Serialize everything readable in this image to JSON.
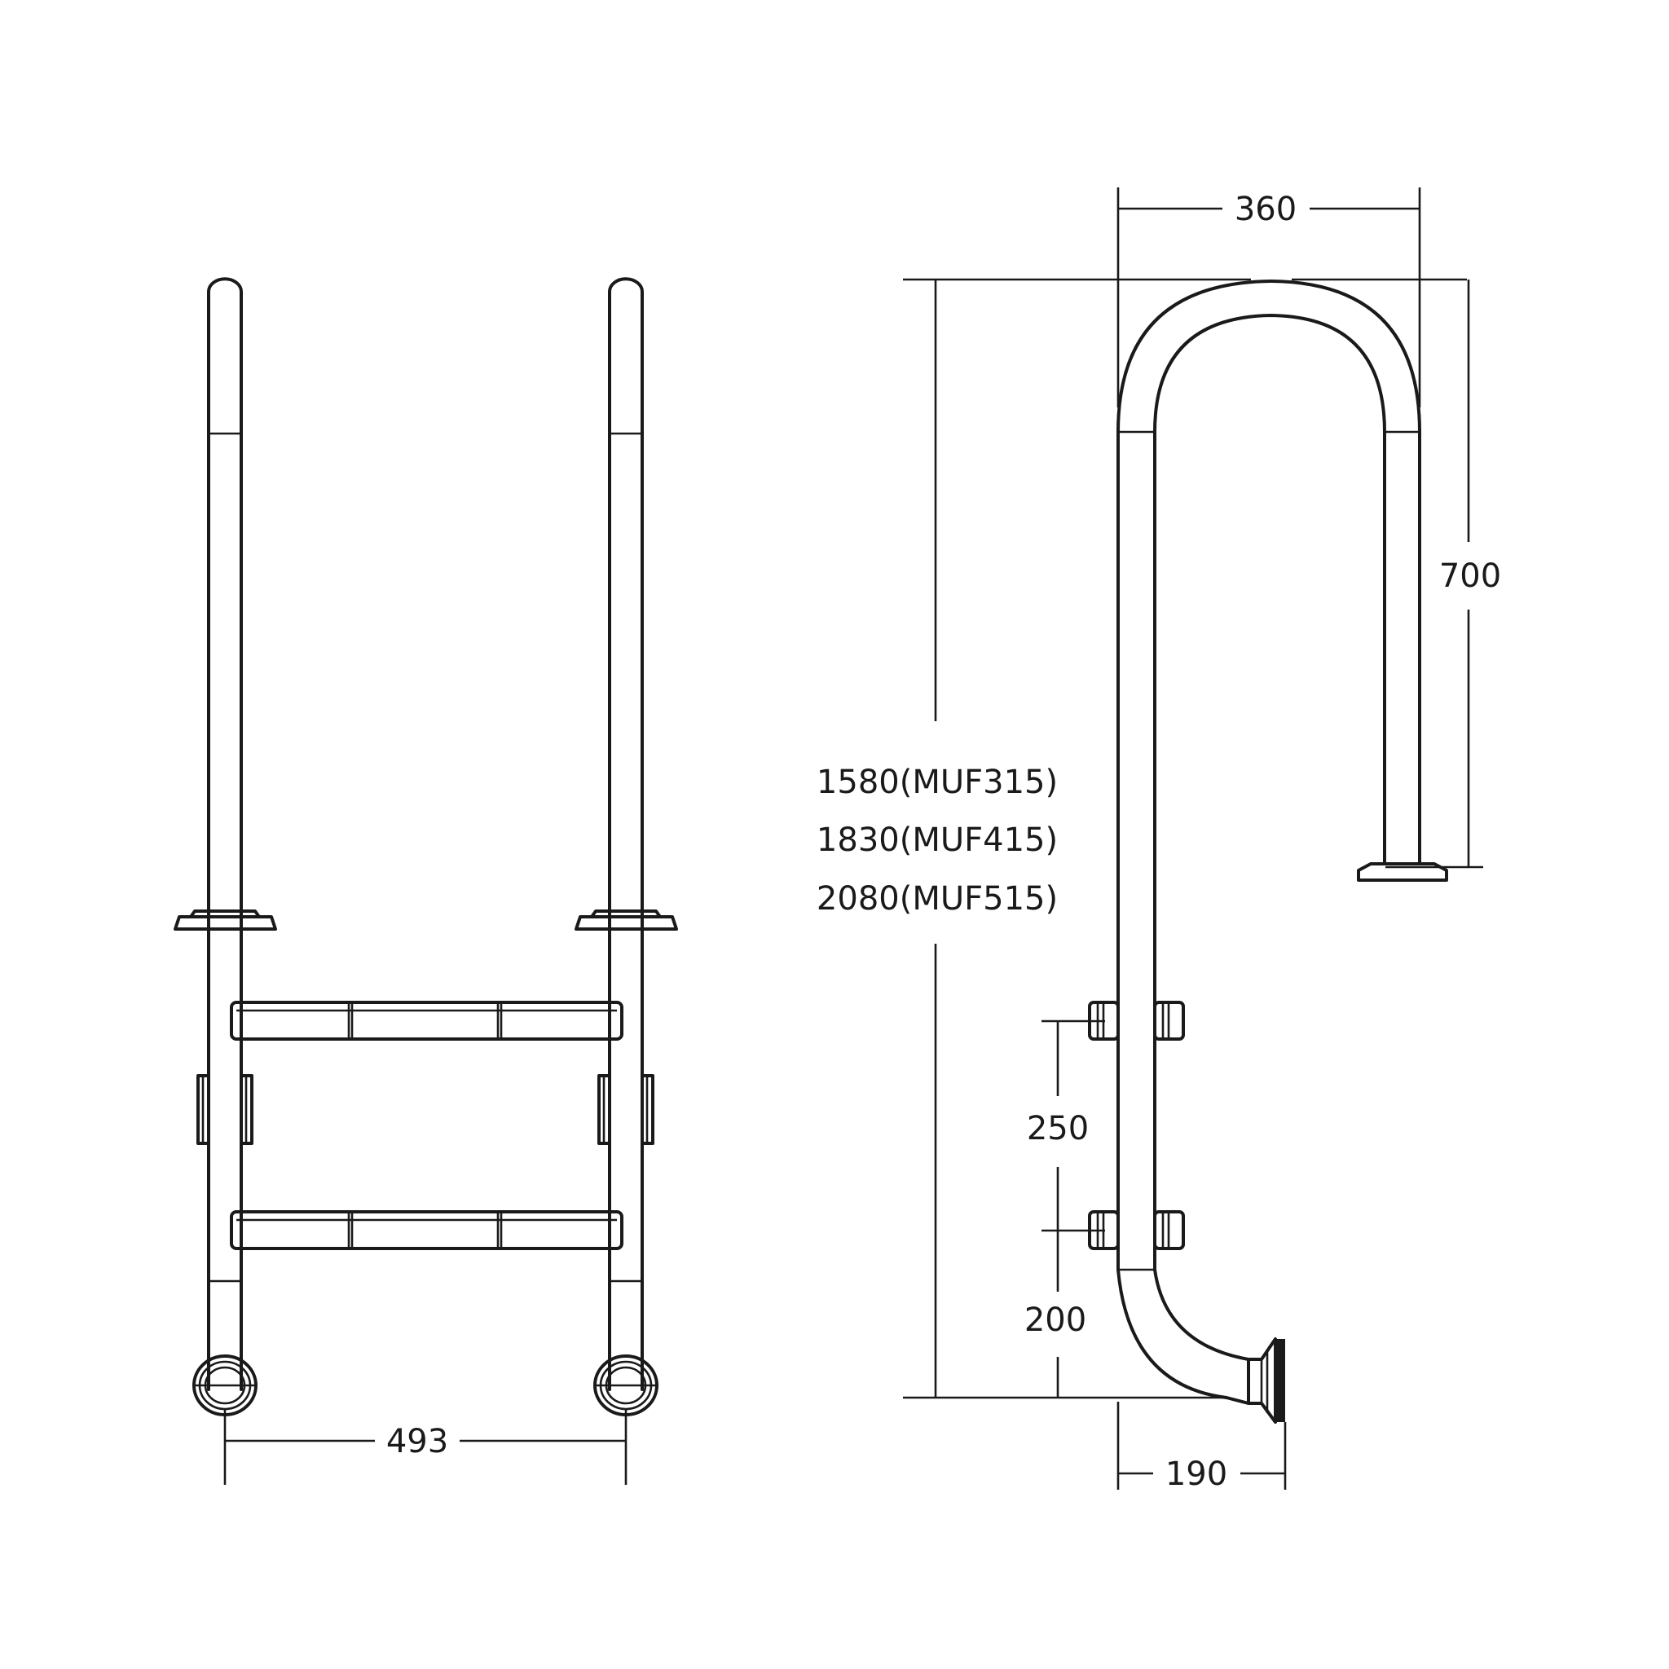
{
  "colors": {
    "ink": "#1a1a1a",
    "background": "#ffffff"
  },
  "front_view": {
    "width_label": "493"
  },
  "side_view": {
    "top_width_label": "360",
    "handrail_height_label": "700",
    "step_spacing_label": "250",
    "bottom_offset_label": "200",
    "base_depth_label": "190",
    "height_options": [
      "1580(MUF315)",
      "1830(MUF415)",
      "2080(MUF515)"
    ]
  }
}
